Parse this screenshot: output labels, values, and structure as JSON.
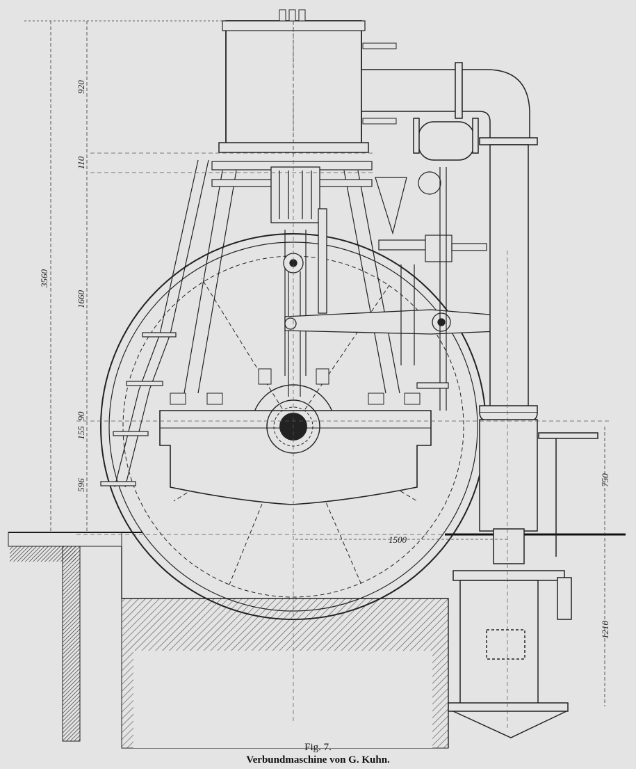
{
  "figure": {
    "number": "Fig. 7.",
    "title": "Verbundmaschine von G. Kuhn."
  },
  "dimensions": {
    "overall_height": "3560",
    "cylinder_height": "920",
    "flange": "110",
    "frame_height": "1660",
    "base_small": "155",
    "base_offset": "90",
    "bed_depth": "596",
    "pump_height": "750",
    "pump_depth": "1210",
    "shaft_to_pump": "1500"
  },
  "colors": {
    "paper": "#e4e4e4",
    "ink": "#1a1a1a",
    "hatch": "#555555",
    "dark_fill": "#222222"
  }
}
